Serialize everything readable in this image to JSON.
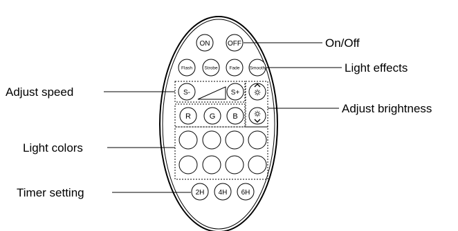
{
  "buttons": {
    "on": "ON",
    "off": "OFF",
    "flash": "Flash",
    "strobe": "Strobe",
    "fade": "Fade",
    "smooth": "Smooth",
    "speed_down": "S-",
    "speed_up": "S+",
    "red": "R",
    "green": "G",
    "blue": "B",
    "timer_2h": "2H",
    "timer_4h": "4H",
    "timer_6h": "6H"
  },
  "callouts": {
    "on_off": "On/Off",
    "light_effects": "Light effects",
    "adjust_speed": "Adjust speed",
    "adjust_brightness": "Adjust brightness",
    "light_colors": "Light colors",
    "timer_setting": "Timer setting"
  }
}
